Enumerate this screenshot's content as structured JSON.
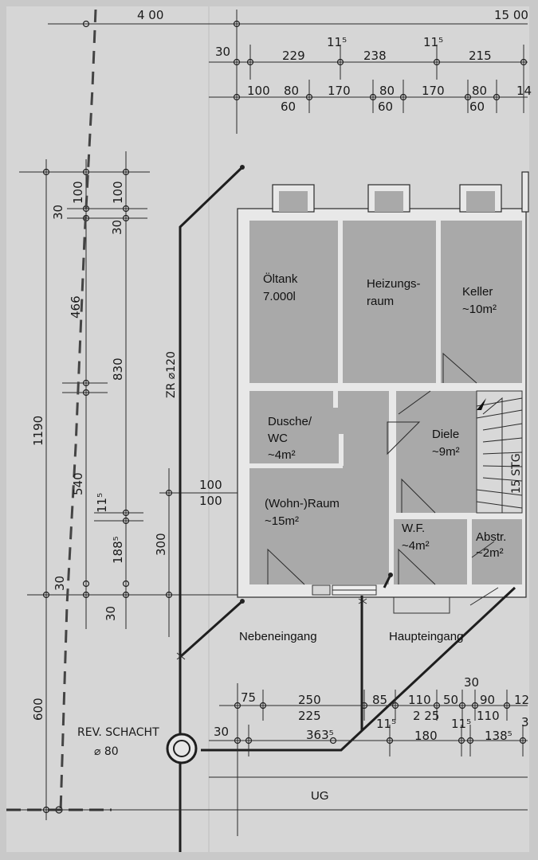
{
  "plan": {
    "floor_label": "UG",
    "rooms": {
      "oeltank": [
        "Öltank",
        "7.000l"
      ],
      "heizung": [
        "Heizungs-",
        "raum"
      ],
      "keller": [
        "Keller",
        "~10m²"
      ],
      "dusche": [
        "Dusche/",
        "WC",
        "~4m²"
      ],
      "diele": [
        "Diele",
        "~9m²"
      ],
      "wohnraum": [
        "(Wohn-)Raum",
        "~15m²"
      ],
      "wf": [
        "W.F.",
        "~4m²"
      ],
      "abstr": [
        "Abstr.",
        "~2m²"
      ]
    },
    "labels": {
      "nebeneingang": "Nebeneingang",
      "haupteingang": "Haupteingang",
      "stairs": "15 STG",
      "pipe": "ZR ⌀120",
      "shaft_1": "REV. SCHACHT",
      "shaft_2": "⌀ 80"
    },
    "dims_top": {
      "d400": "4 00",
      "d1500": "15 00",
      "d30": "30",
      "d229": "229",
      "d238": "238",
      "d215": "215",
      "d11a": "11⁵",
      "d11b": "11⁵",
      "d100": "100",
      "d80a": "80",
      "d60a": "60",
      "d170a": "170",
      "d80b": "80",
      "d60b": "60",
      "d170b": "170",
      "d80c": "80",
      "d60c": "60",
      "d14": "14"
    },
    "dims_left": {
      "d1190": "1190",
      "d600": "600",
      "d100a": "100",
      "d100b": "100",
      "d30a": "30",
      "d30b": "30",
      "d466": "466",
      "d830": "830",
      "d540": "540",
      "d115": "11⁵",
      "d1885": "188⁵",
      "d300": "300",
      "d30c": "30",
      "d30d": "30",
      "d100c": "100",
      "d100d": "100"
    },
    "dims_bottom": {
      "d75": "75",
      "d250": "250",
      "d85": "85",
      "d110a": "110",
      "d50": "50",
      "d90": "90",
      "d12": "12",
      "d30top": "30",
      "d225a": "225",
      "d225b": "2 25",
      "d110b": "110",
      "d30": "30",
      "d3635": "363⁵",
      "d115a": "11⁵",
      "d180": "180",
      "d115b": "11⁵",
      "d1385": "138⁵",
      "d3": "3"
    }
  }
}
